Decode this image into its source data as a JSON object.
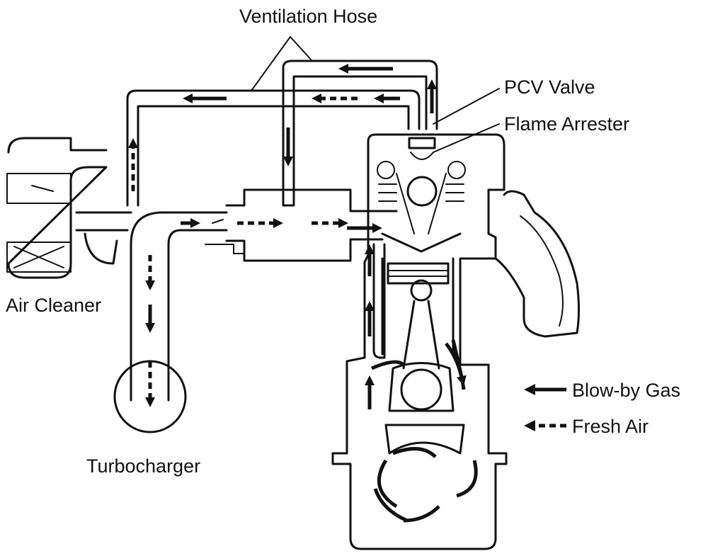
{
  "labels": {
    "ventilation_hose": "Ventilation Hose",
    "pcv_valve": "PCV Valve",
    "flame_arrester": "Flame Arrester",
    "air_cleaner": "Air Cleaner",
    "turbocharger": "Turbocharger"
  },
  "legend": {
    "blow_by": "Blow-by Gas",
    "fresh_air": "Fresh Air"
  }
}
